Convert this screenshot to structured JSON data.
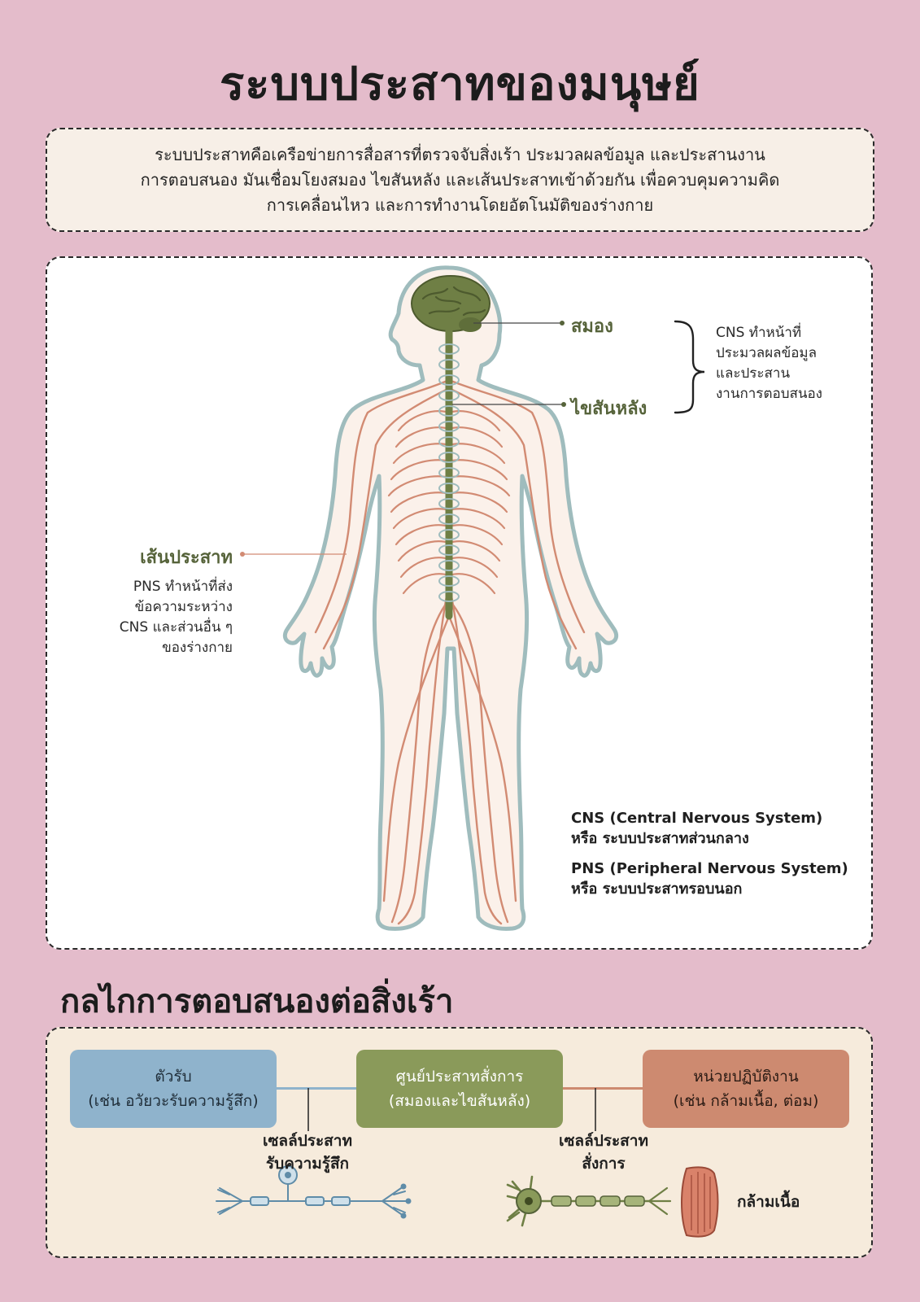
{
  "title": "ระบบประสาทของมนุษย์",
  "intro": {
    "lines": [
      "ระบบประสาทคือเครือข่ายการสื่อสารที่ตรวจจับสิ่งเร้า ประมวลผลข้อมูล และประสานงาน",
      "การตอบสนอง มันเชื่อมโยงสมอง ไขสันหลัง และเส้นประสาทเข้าด้วยกัน เพื่อควบคุมความคิด",
      "การเคลื่อนไหว และการทำงานโดยอัตโนมัติของร่างกาย"
    ]
  },
  "body_diagram": {
    "brain_label": "สมอง",
    "spinal_label": "ไขสันหลัง",
    "cns_note": [
      "CNS ทำหน้าที่",
      "ประมวลผลข้อมูล",
      "และประสาน",
      "งานการตอบสนอง"
    ],
    "nerve_label": "เส้นประสาท",
    "pns_note": [
      "PNS ทำหน้าที่ส่ง",
      "ข้อความระหว่าง",
      "CNS และส่วนอื่น ๆ",
      "ของร่างกาย"
    ],
    "legend": {
      "cns_line1": "CNS (Central Nervous System)",
      "cns_line2": "หรือ ระบบประสาทส่วนกลาง",
      "pns_line1": "PNS (Peripheral Nervous System)",
      "pns_line2": "หรือ ระบบประสาทรอบนอก"
    },
    "colors": {
      "brain": "#6f7f45",
      "nerve": "#d28b73",
      "outline": "#9fbcbd",
      "skin": "#fbf1ea"
    }
  },
  "reflex": {
    "title": "กลไกการตอบสนองต่อสิ่งเร้า",
    "receptor": {
      "line1": "ตัวรับ",
      "line2": "(เช่น อวัยวะรับความรู้สึก)"
    },
    "center": {
      "line1": "ศูนย์ประสาทสั่งการ",
      "line2": "(สมองและไขสันหลัง)"
    },
    "effector": {
      "line1": "หน่วยปฏิบัติงาน",
      "line2": "(เช่น กล้ามเนื้อ, ต่อม)"
    },
    "sensory_neuron": {
      "line1": "เซลล์ประสาท",
      "line2": "รับความรู้สึก"
    },
    "motor_neuron": {
      "line1": "เซลล์ประสาท",
      "line2": "สั่งการ"
    },
    "muscle_label": "กล้ามเนื้อ",
    "colors": {
      "receptor": "#8fb3cc",
      "center": "#8a9a5a",
      "effector": "#cd8a70"
    }
  }
}
